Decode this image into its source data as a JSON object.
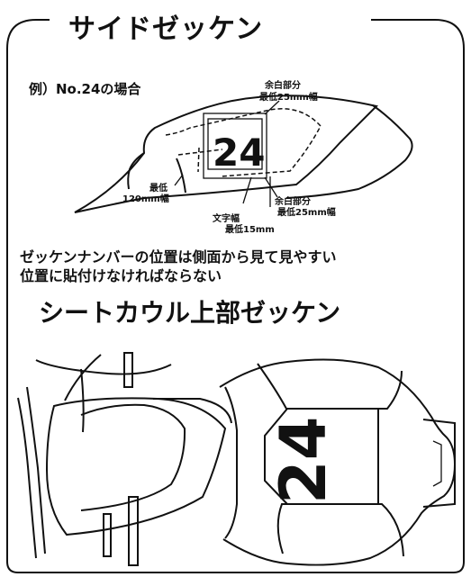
{
  "side": {
    "title": "サイドゼッケン",
    "example": "例）No.24の場合",
    "number": "24",
    "margin_top": [
      "余白部分",
      "最低25mm幅"
    ],
    "margin_bottom": [
      "余白部分",
      "最低25mm幅"
    ],
    "min_width": [
      "最低",
      "120mm幅"
    ],
    "char_width": [
      "文字幅",
      "最低15mm"
    ],
    "note": [
      "ゼッケンナンバーの位置は側面から見て見やすい",
      "位置に貼付けなければならない"
    ]
  },
  "top": {
    "title": "シートカウル上部ゼッケン",
    "number": "24"
  }
}
